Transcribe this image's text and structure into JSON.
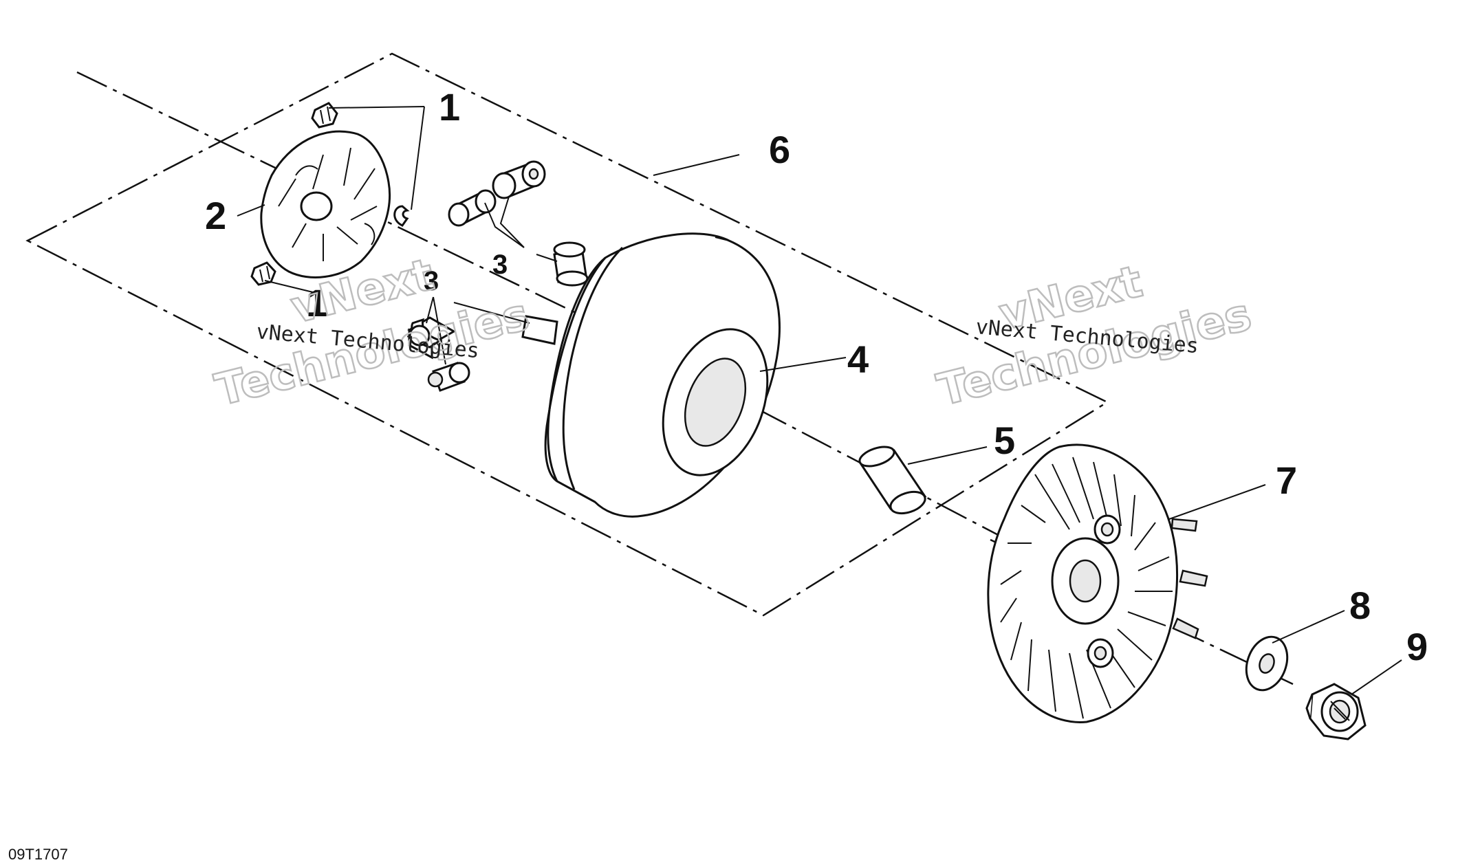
{
  "callouts": {
    "c1a": "1",
    "c1b": "1",
    "c2": "2",
    "c3a": "3",
    "c3b": "3",
    "c4": "4",
    "c5": "5",
    "c6": "6",
    "c7": "7",
    "c8": "8",
    "c9": "9"
  },
  "watermarks": {
    "left_small": "vNext Technologies",
    "left_big_1": "vNext",
    "left_big_2": "Technologies",
    "right_small": "vNext Technologies",
    "right_big_1": "vNext",
    "right_big_2": "Technologies"
  },
  "figure_code": "09T1707"
}
